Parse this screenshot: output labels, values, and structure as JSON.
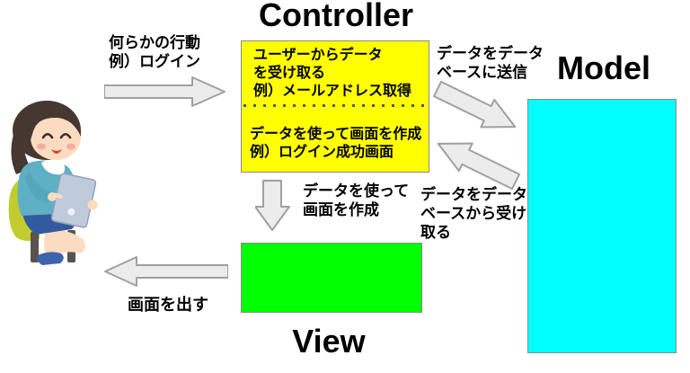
{
  "titles": {
    "controller": "Controller",
    "model": "Model",
    "view": "View"
  },
  "controller_box": {
    "receive_lines": [
      "ユーザーからデータ",
      "を受け取る",
      "例）メールアドレス取得"
    ],
    "render_lines": [
      "データを使って画面を作成",
      "例）ログイン成功画面"
    ]
  },
  "labels": {
    "user_action": [
      "何らかの行動",
      "例）ログイン"
    ],
    "send_to_db": [
      "データをデータ",
      "ベースに送信"
    ],
    "receive_from_db": [
      "データをデータ",
      "ベースから受け",
      "取る"
    ],
    "render_view": [
      "データを使って",
      "画面を作成"
    ],
    "output_screen": "画面を出す"
  },
  "colors": {
    "controller_box_bg": "#ffff00",
    "view_box_bg": "#00ff00",
    "model_box_bg": "#00ffff",
    "arrow_fill": "#ececec",
    "arrow_stroke": "#a0a0a0",
    "divider_dot": "#54545e"
  },
  "icons": {
    "person": "woman-using-tablet-illustration",
    "tablet": "tablet"
  }
}
